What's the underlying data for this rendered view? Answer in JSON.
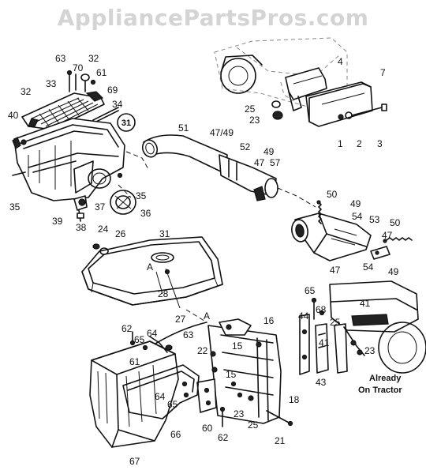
{
  "watermark": "AppliancePartsPros.com",
  "callout": "31",
  "note_line1": "Already",
  "note_line2": "On Tractor",
  "part_labels": [
    {
      "id": "63",
      "text": "63"
    },
    {
      "id": "70",
      "text": "70"
    },
    {
      "id": "32a",
      "text": "32"
    },
    {
      "id": "61a",
      "text": "61"
    },
    {
      "id": "32b",
      "text": "32"
    },
    {
      "id": "33",
      "text": "33"
    },
    {
      "id": "69",
      "text": "69"
    },
    {
      "id": "34",
      "text": "34"
    },
    {
      "id": "40",
      "text": "40"
    },
    {
      "id": "35a",
      "text": "35"
    },
    {
      "id": "35b",
      "text": "35"
    },
    {
      "id": "39",
      "text": "39"
    },
    {
      "id": "37",
      "text": "37"
    },
    {
      "id": "36",
      "text": "36"
    },
    {
      "id": "38",
      "text": "38"
    },
    {
      "id": "24",
      "text": "24"
    },
    {
      "id": "26",
      "text": "26"
    },
    {
      "id": "31",
      "text": "31"
    },
    {
      "id": "A1",
      "text": "A"
    },
    {
      "id": "28",
      "text": "28"
    },
    {
      "id": "27",
      "text": "27"
    },
    {
      "id": "4",
      "text": "4"
    },
    {
      "id": "7",
      "text": "7"
    },
    {
      "id": "25a",
      "text": "25"
    },
    {
      "id": "23a",
      "text": "23"
    },
    {
      "id": "1",
      "text": "1"
    },
    {
      "id": "2",
      "text": "2"
    },
    {
      "id": "3",
      "text": "3"
    },
    {
      "id": "51",
      "text": "51"
    },
    {
      "id": "4749a",
      "text": "47/49"
    },
    {
      "id": "52",
      "text": "52"
    },
    {
      "id": "49a",
      "text": "49"
    },
    {
      "id": "47a",
      "text": "47"
    },
    {
      "id": "57",
      "text": "57"
    },
    {
      "id": "50a",
      "text": "50"
    },
    {
      "id": "49b",
      "text": "49"
    },
    {
      "id": "54a",
      "text": "54"
    },
    {
      "id": "53",
      "text": "53"
    },
    {
      "id": "50b",
      "text": "50"
    },
    {
      "id": "47b",
      "text": "47"
    },
    {
      "id": "54b",
      "text": "54"
    },
    {
      "id": "49c",
      "text": "49"
    },
    {
      "id": "47c",
      "text": "47"
    },
    {
      "id": "65a",
      "text": "65"
    },
    {
      "id": "41",
      "text": "41"
    },
    {
      "id": "68",
      "text": "68"
    },
    {
      "id": "44",
      "text": "44"
    },
    {
      "id": "25b",
      "text": "25"
    },
    {
      "id": "41b",
      "text": "41"
    },
    {
      "id": "23b",
      "text": "23"
    },
    {
      "id": "43",
      "text": "43"
    },
    {
      "id": "A2",
      "text": "A"
    },
    {
      "id": "16",
      "text": "16"
    },
    {
      "id": "62a",
      "text": "62"
    },
    {
      "id": "64a",
      "text": "64"
    },
    {
      "id": "65b",
      "text": "65"
    },
    {
      "id": "63b",
      "text": "63"
    },
    {
      "id": "22",
      "text": "22"
    },
    {
      "id": "15a",
      "text": "15"
    },
    {
      "id": "61b",
      "text": "61"
    },
    {
      "id": "15b",
      "text": "15"
    },
    {
      "id": "64b",
      "text": "64"
    },
    {
      "id": "65c",
      "text": "65"
    },
    {
      "id": "18",
      "text": "18"
    },
    {
      "id": "23c",
      "text": "23"
    },
    {
      "id": "25c",
      "text": "25"
    },
    {
      "id": "66",
      "text": "66"
    },
    {
      "id": "60",
      "text": "60"
    },
    {
      "id": "62b",
      "text": "62"
    },
    {
      "id": "21",
      "text": "21"
    },
    {
      "id": "67",
      "text": "67"
    }
  ]
}
